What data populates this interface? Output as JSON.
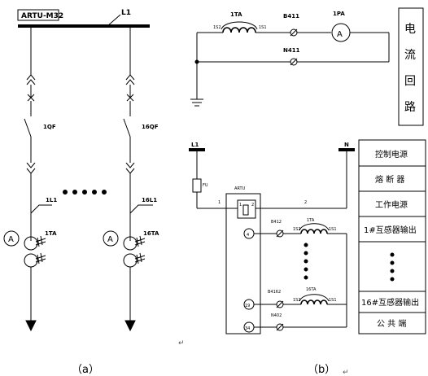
{
  "left": {
    "controller": "ARTU-M32",
    "bus": "L1",
    "breaker_1": "1QF",
    "breaker_16": "16QF",
    "line_1": "1L1",
    "line_16": "16L1",
    "ct_1": "1TA",
    "ct_16": "16TA",
    "ammeter": "A",
    "caption": "（a）"
  },
  "right": {
    "ct_top": "1TA",
    "ct_top_left_terminal": "1S2",
    "ct_top_right_terminal": "1S1",
    "b411": "B411",
    "n411": "N411",
    "ammeter_tag": "1PA",
    "ammeter": "A",
    "current_loop": [
      "电",
      "流",
      "回",
      "路"
    ],
    "l1": "L1",
    "n": "N",
    "fuse": "FU",
    "artu": "ARTU",
    "wire_1": "1",
    "wire_2": "2",
    "pin_1": "1",
    "pin_2": "2",
    "pin_4": "4",
    "pin_19": "19",
    "pin_34": "34",
    "b412": "B412",
    "b4162": "B4162",
    "n402": "N402",
    "ct_1": "1TA",
    "ct_1_left": "1S2",
    "ct_1_right": "1S1",
    "ct_16": "16TA",
    "ct_16_left": "1S2",
    "ct_16_right": "1S1",
    "legend": [
      "控制电源",
      "熔 断 器",
      "工作电源",
      "1#互感器输出",
      "16#互感器输出",
      "公 共 端"
    ],
    "caption": "（b）"
  },
  "marks": {
    "return_1": "↵",
    "return_2": "↵"
  }
}
